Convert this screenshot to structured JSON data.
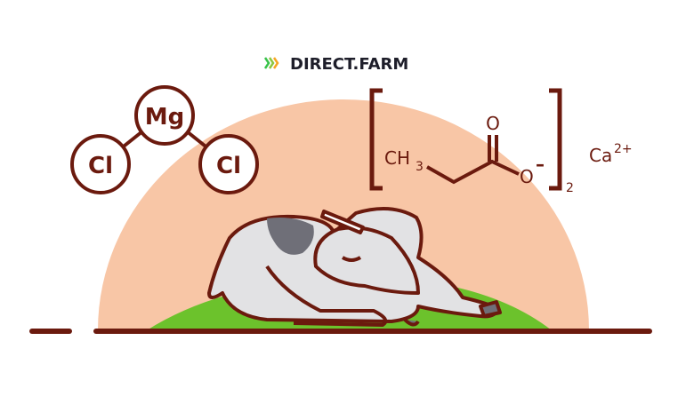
{
  "logo": {
    "text": "DIRECT.FARM"
  },
  "mgcl2": {
    "center": "Mg",
    "left": "Cl",
    "right": "Cl"
  },
  "propionate": {
    "ch3": "CH",
    "ch3_sub": "3",
    "oxygen_top": "O",
    "oxygen_ion": "O",
    "charge": "–",
    "multiplier": "2",
    "calcium": "Ca",
    "calcium_charge": "2+"
  },
  "colors": {
    "brown": "#6b1a0e",
    "peach": "#f8c6a6",
    "grass": "#6cc22c",
    "cow": "#e2e2e4",
    "spot": "#6f6f78",
    "logo_green": "#38c24a",
    "logo_orange": "#f5a623"
  }
}
